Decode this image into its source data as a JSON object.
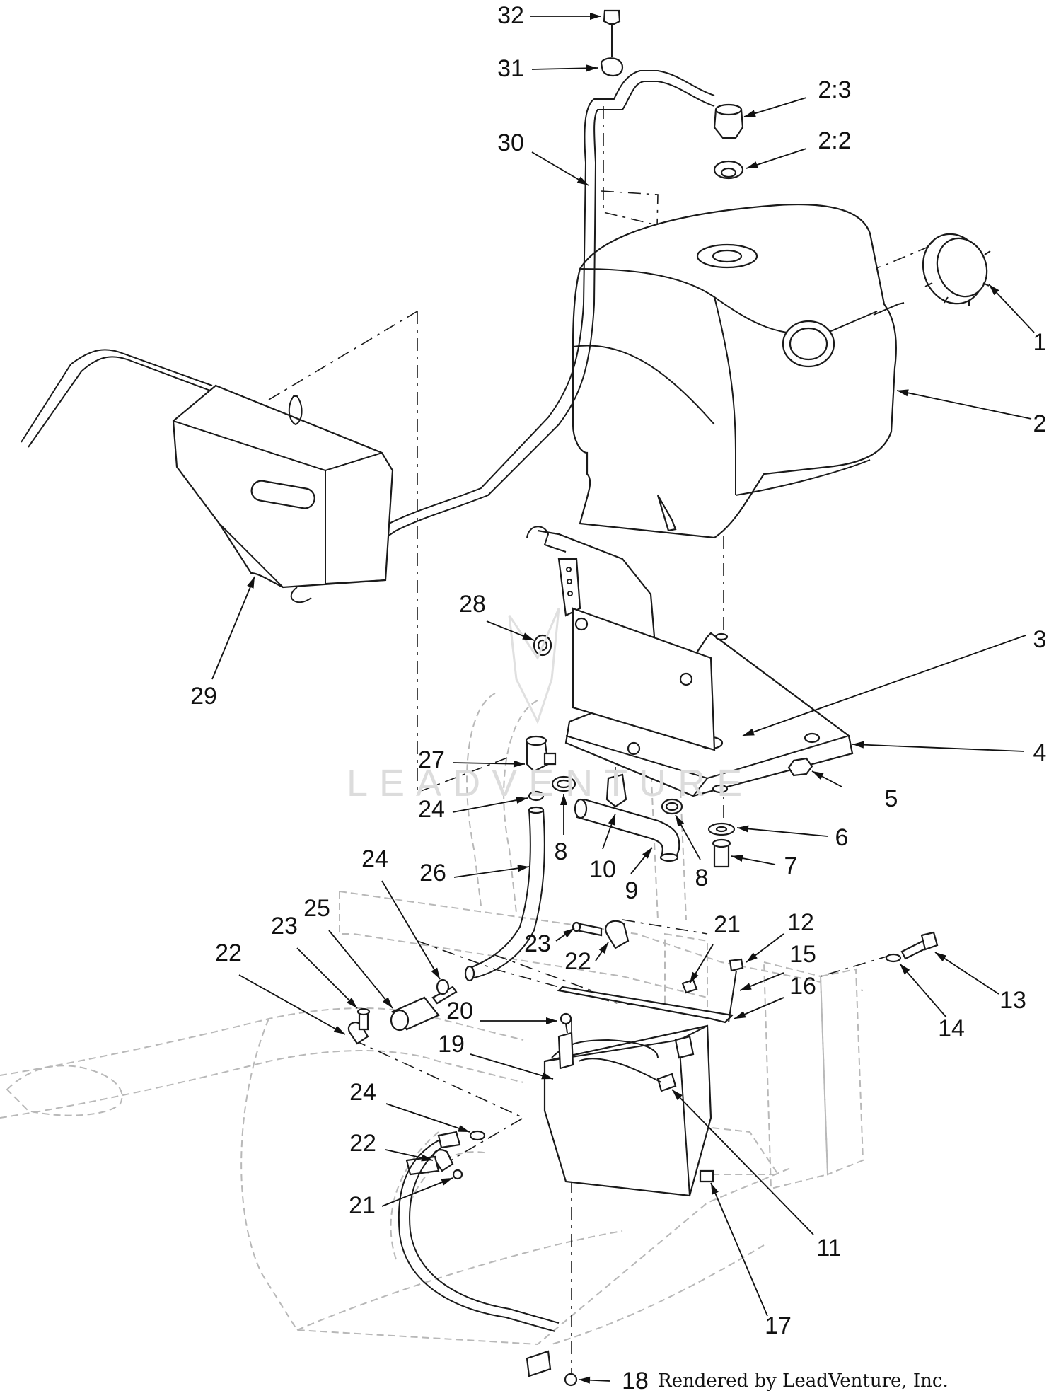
{
  "callouts": [
    {
      "id": "c1",
      "text": "1"
    },
    {
      "id": "c2",
      "text": "2"
    },
    {
      "id": "c3",
      "text": "3"
    },
    {
      "id": "c4",
      "text": "4"
    },
    {
      "id": "c5",
      "text": "5"
    },
    {
      "id": "c6",
      "text": "6"
    },
    {
      "id": "c7",
      "text": "7"
    },
    {
      "id": "c8a",
      "text": "8"
    },
    {
      "id": "c8b",
      "text": "8"
    },
    {
      "id": "c9",
      "text": "9"
    },
    {
      "id": "c10",
      "text": "10"
    },
    {
      "id": "c11",
      "text": "11"
    },
    {
      "id": "c12",
      "text": "12"
    },
    {
      "id": "c13",
      "text": "13"
    },
    {
      "id": "c14",
      "text": "14"
    },
    {
      "id": "c15",
      "text": "15"
    },
    {
      "id": "c16",
      "text": "16"
    },
    {
      "id": "c17",
      "text": "17"
    },
    {
      "id": "c18",
      "text": "18"
    },
    {
      "id": "c19",
      "text": "19"
    },
    {
      "id": "c20",
      "text": "20"
    },
    {
      "id": "c21a",
      "text": "21"
    },
    {
      "id": "c21b",
      "text": "21"
    },
    {
      "id": "c22a",
      "text": "22"
    },
    {
      "id": "c22b",
      "text": "22"
    },
    {
      "id": "c22c",
      "text": "22"
    },
    {
      "id": "c23a",
      "text": "23"
    },
    {
      "id": "c23b",
      "text": "23"
    },
    {
      "id": "c24a",
      "text": "24"
    },
    {
      "id": "c24b",
      "text": "24"
    },
    {
      "id": "c24c",
      "text": "24"
    },
    {
      "id": "c25",
      "text": "25"
    },
    {
      "id": "c26",
      "text": "26"
    },
    {
      "id": "c27",
      "text": "27"
    },
    {
      "id": "c28",
      "text": "28"
    },
    {
      "id": "c29",
      "text": "29"
    },
    {
      "id": "c30",
      "text": "30"
    },
    {
      "id": "c31",
      "text": "31"
    },
    {
      "id": "c32",
      "text": "32"
    },
    {
      "id": "c2_2",
      "text": "2:2"
    },
    {
      "id": "c2_3",
      "text": "2:3"
    }
  ],
  "watermark": "LEADVENTURE",
  "credit": "Rendered by LeadVenture, Inc.",
  "colors": {
    "ink": "#111111",
    "ghost": "#b8b8b8",
    "paper": "#ffffff"
  }
}
